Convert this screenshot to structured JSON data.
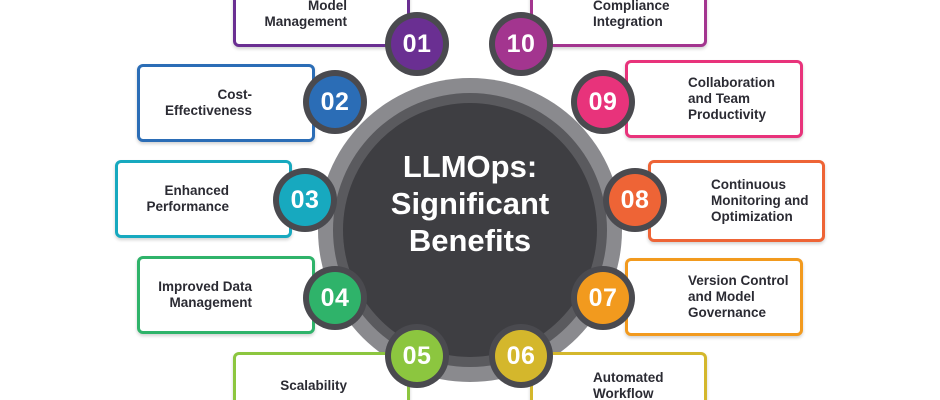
{
  "center": {
    "title": "LLMOps:\nSignificant\nBenefits"
  },
  "items": [
    {
      "number": "01",
      "label": "Model\nManagement",
      "color": "#6a2f92"
    },
    {
      "number": "02",
      "label": "Cost-Effectiveness",
      "color": "#2b6db6"
    },
    {
      "number": "03",
      "label": "Enhanced\nPerformance",
      "color": "#17a9bf"
    },
    {
      "number": "04",
      "label": "Improved Data\nManagement",
      "color": "#2fb36a"
    },
    {
      "number": "05",
      "label": "Scalability",
      "color": "#8cc63f"
    },
    {
      "number": "06",
      "label": "Automated\nWorkflow",
      "color": "#d4b72c"
    },
    {
      "number": "07",
      "label": "Version Control\nand Model\nGovernance",
      "color": "#f29a1e"
    },
    {
      "number": "08",
      "label": "Continuous\nMonitoring and\nOptimization",
      "color": "#ee6436"
    },
    {
      "number": "09",
      "label": "Collaboration\nand Team\nProductivity",
      "color": "#e8337b"
    },
    {
      "number": "10",
      "label": "Compliance\nIntegration",
      "color": "#a3358f"
    }
  ]
}
